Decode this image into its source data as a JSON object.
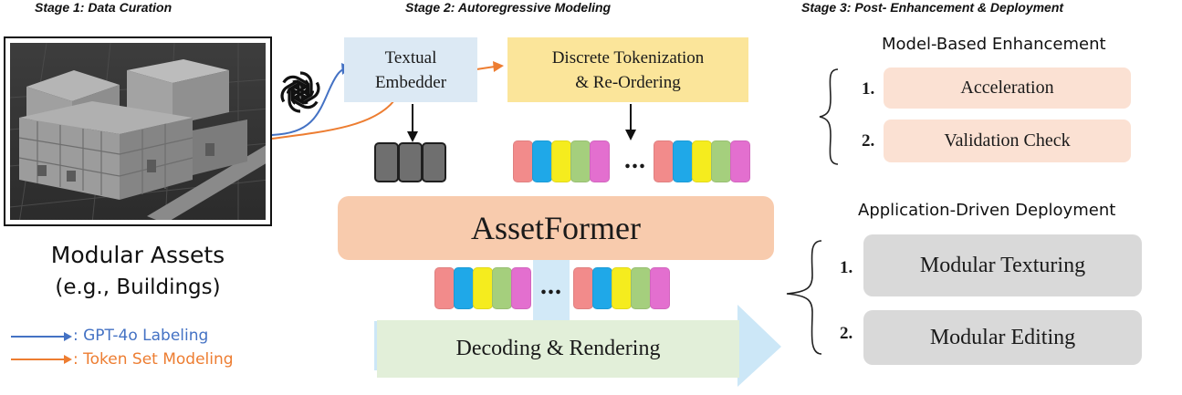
{
  "stages": {
    "stage1": "Stage 1: Data Curation",
    "stage2": "Stage 2: Autoregressive Modeling",
    "stage3": "Stage 3: Post- Enhancement & Deployment"
  },
  "assets": {
    "title": "Modular Assets",
    "subtitle": "(e.g., Buildings)"
  },
  "legend": {
    "gpt_label": ": GPT-4o Labeling",
    "token_label": ": Token Set Modeling",
    "colors": {
      "gpt": "#4472c4",
      "token": "#ed7d31"
    }
  },
  "stage2": {
    "embedder": "Textual\nEmbedder",
    "tokenization": "Discrete Tokenization\n& Re-Ordering",
    "model": "AssetFormer",
    "decoding": "Decoding & Rendering",
    "ellipsis": "...",
    "token_colors": [
      "#f28b8b",
      "#1fa8e8",
      "#f5ec1e",
      "#a5cf7d",
      "#e36fcf"
    ]
  },
  "stage3": {
    "enhancement_heading": "Model-Based Enhancement",
    "enhancement_items": [
      {
        "num": "1.",
        "label": "Acceleration"
      },
      {
        "num": "2.",
        "label": "Validation Check"
      }
    ],
    "deployment_heading": "Application-Driven Deployment",
    "deployment_items": [
      {
        "num": "1.",
        "label": "Modular Texturing"
      },
      {
        "num": "2.",
        "label": "Modular Editing"
      }
    ]
  },
  "icons": {
    "openai": "openai-logo-icon"
  }
}
